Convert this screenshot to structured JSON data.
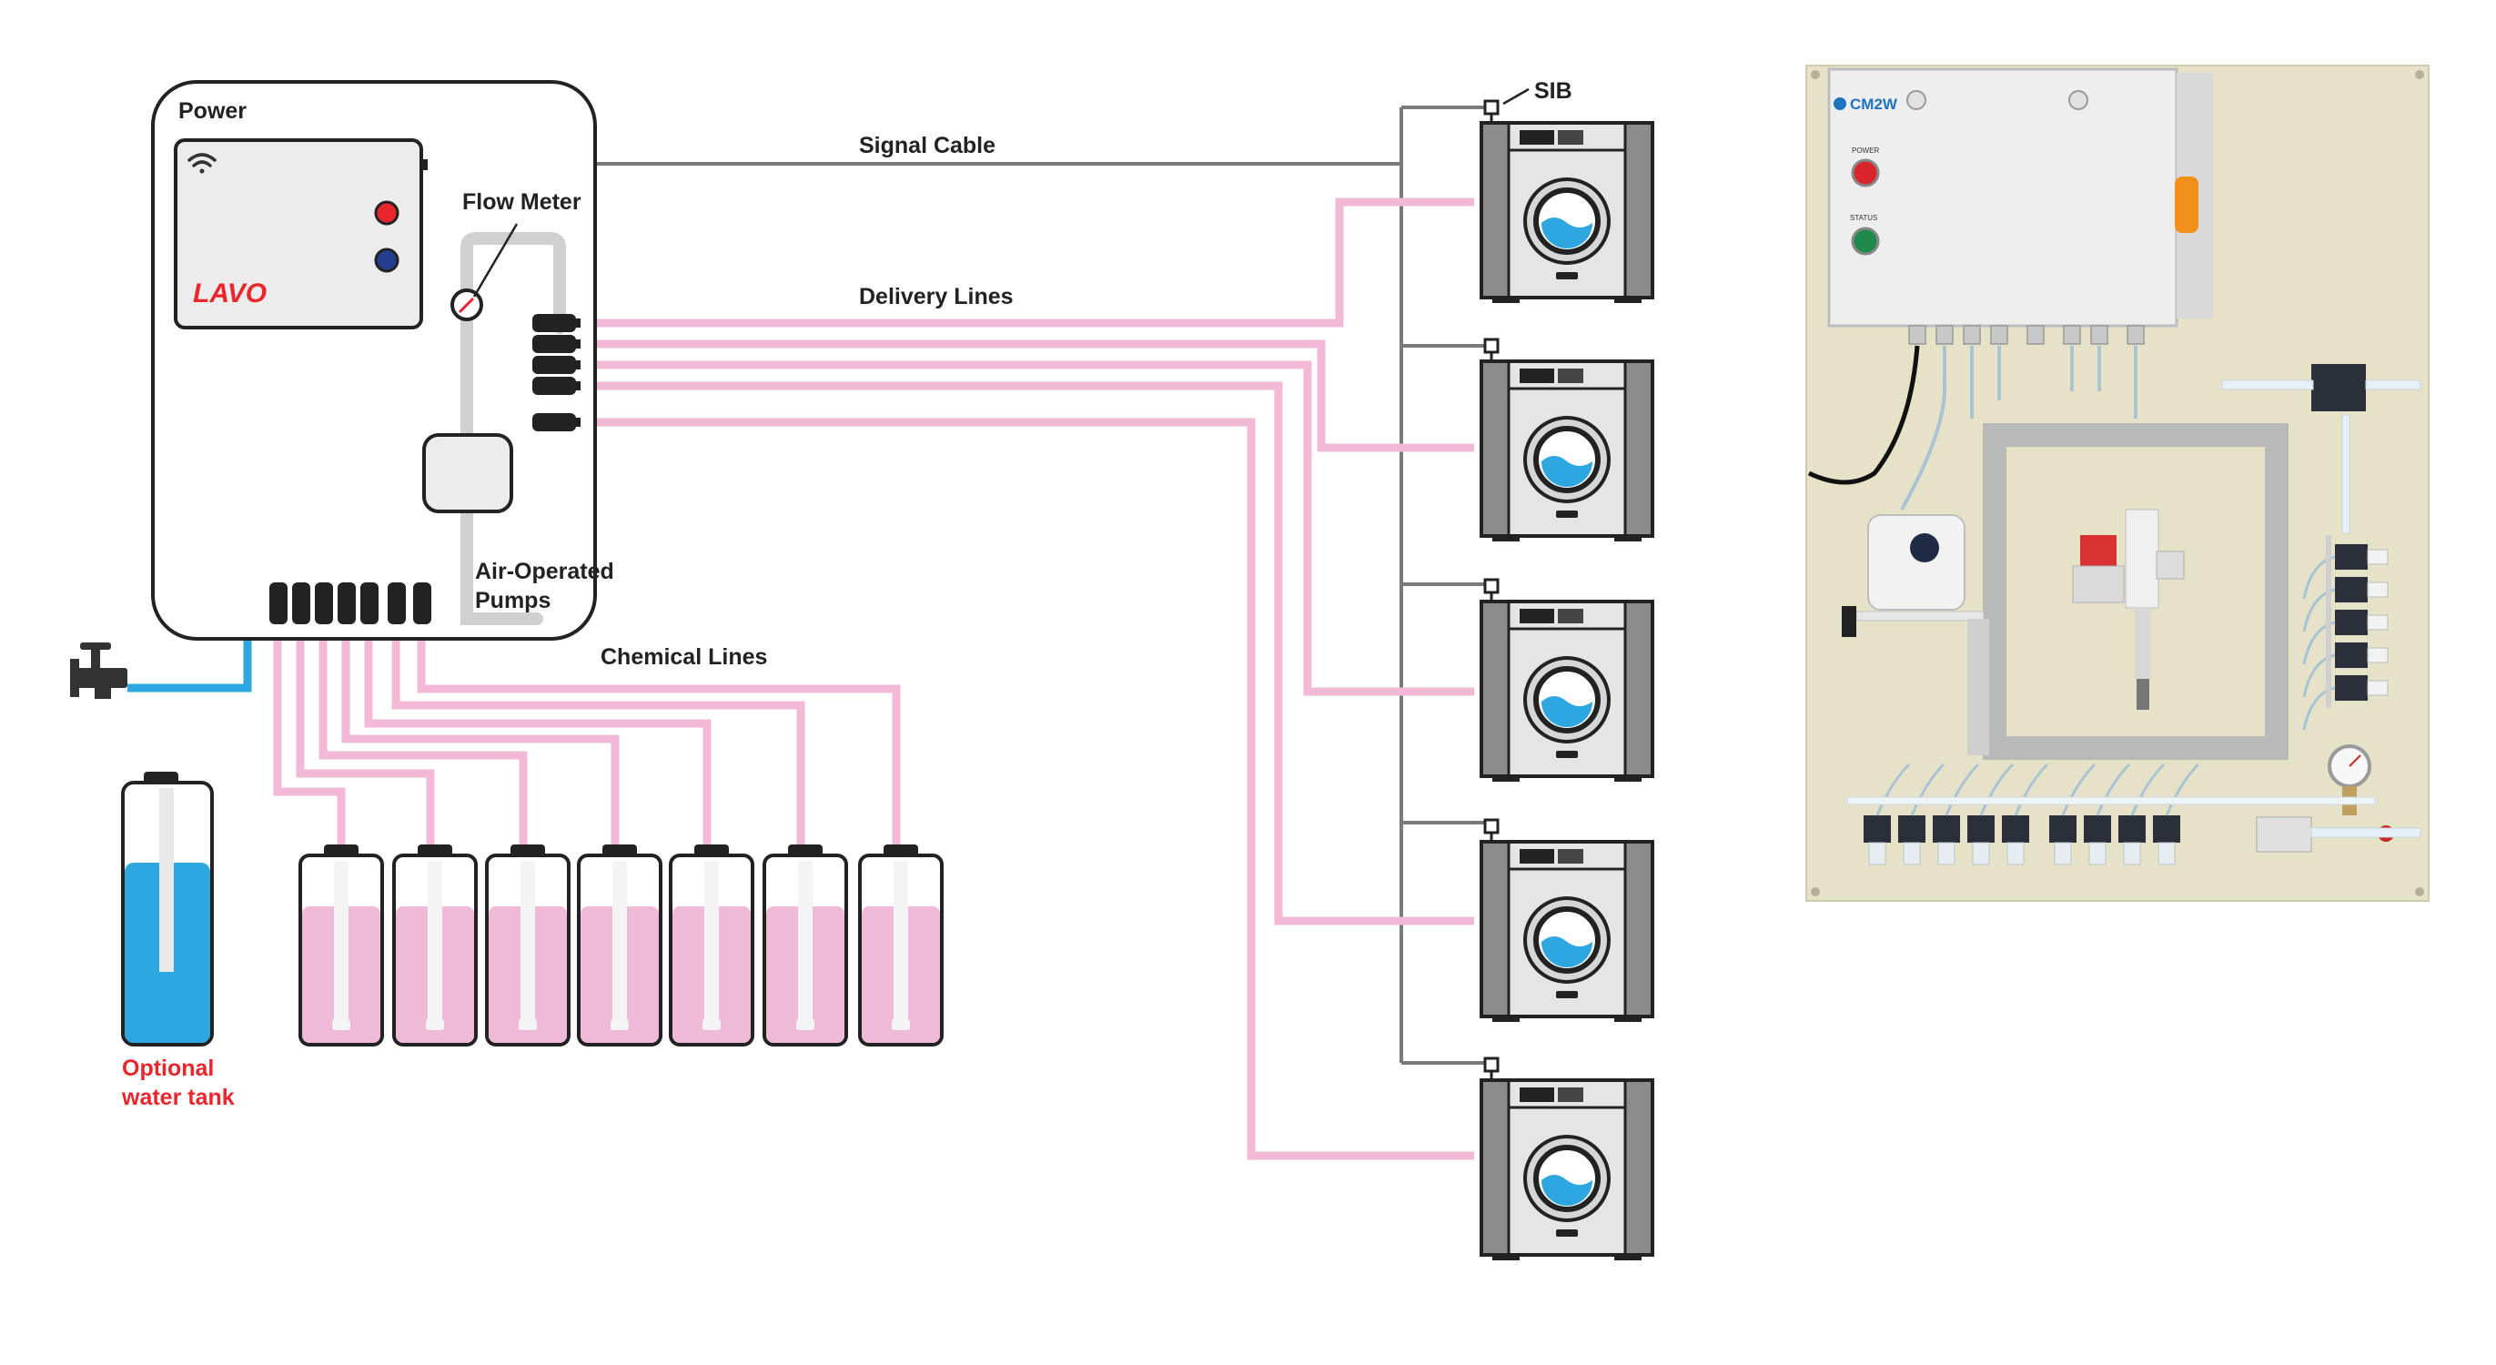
{
  "labels": {
    "power": "Power",
    "flow_meter": "Flow Meter",
    "pumps_line1": "Air-Operated",
    "pumps_line2": "Pumps",
    "signal_cable": "Signal Cable",
    "delivery_lines": "Delivery Lines",
    "chemical_lines": "Chemical Lines",
    "sib": "SIB",
    "tank_line1": "Optional",
    "tank_line2": "water tank"
  },
  "controller": {
    "logo": "LAVO"
  },
  "panel": {
    "brand": "CM2W",
    "power_label": "POWER",
    "status_label": "STATUS"
  },
  "counts": {
    "washers": 5,
    "chemical_containers": 7,
    "delivery_lines": 5,
    "chemical_lines": 7
  },
  "colors": {
    "chemical_line": "#f2b8d6",
    "water_line": "#2ea6e0",
    "signal_cable": "#777777",
    "washer_body": "#e5e5e5",
    "washer_side": "#8c8c8c",
    "water": "#2ea6e0",
    "chemical_fill": "#efb9d8",
    "power_led": "#e8262c",
    "blue_led": "#253d8f",
    "tank_label": "#e8262c",
    "panel_board": "#e6e2c8"
  }
}
